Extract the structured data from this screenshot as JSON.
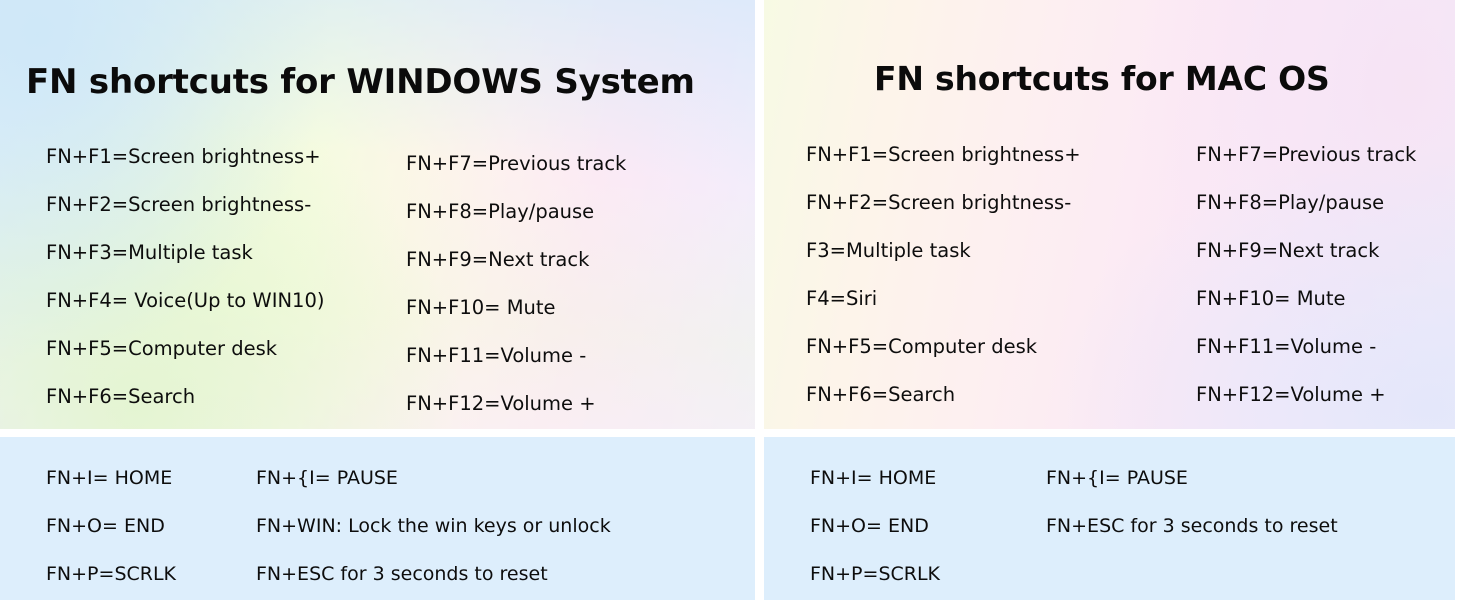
{
  "document": {
    "kind": "keyboard-shortcut-reference-card",
    "background_colors": {
      "top_left_wash": "#dfeffb",
      "mid_green_wash": "#eef9dd",
      "top_right_wash": "#f6eaf9",
      "bottom_panel": "#ddeefc",
      "divider": "#ffffff",
      "text": "#0d0d0d"
    }
  },
  "windows": {
    "title": "FN shortcuts for WINDOWS System",
    "fn_keys_left": [
      "FN+F1=Screen brightness+",
      "FN+F2=Screen brightness-",
      "FN+F3=Multiple task",
      "FN+F4= Voice(Up to WIN10)",
      "FN+F5=Computer desk",
      "FN+F6=Search"
    ],
    "fn_keys_right": [
      "FN+F7=Previous track",
      "FN+F8=Play/pause",
      "FN+F9=Next track",
      "FN+F10= Mute",
      "FN+F11=Volume -",
      "FN+F12=Volume +"
    ],
    "extras_left": [
      "FN+I= HOME",
      "FN+O= END",
      "FN+P=SCRLK"
    ],
    "extras_right": [
      "FN+{I= PAUSE",
      "FN+WIN: Lock the win keys or unlock",
      "FN+ESC for 3 seconds to reset"
    ]
  },
  "mac": {
    "title": "FN shortcuts for MAC OS",
    "fn_keys_left": [
      "FN+F1=Screen brightness+",
      "FN+F2=Screen brightness-",
      "F3=Multiple task",
      "F4=Siri",
      "FN+F5=Computer desk",
      "FN+F6=Search"
    ],
    "fn_keys_right": [
      "FN+F7=Previous track",
      "FN+F8=Play/pause",
      "FN+F9=Next track",
      "FN+F10= Mute",
      "FN+F11=Volume -",
      "FN+F12=Volume +"
    ],
    "extras_left": [
      "FN+I= HOME",
      "FN+O= END",
      "FN+P=SCRLK"
    ],
    "extras_right": [
      "FN+{I= PAUSE",
      "FN+ESC for 3 seconds to reset"
    ]
  }
}
